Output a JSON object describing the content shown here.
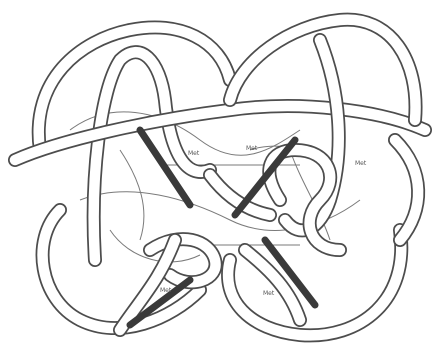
{
  "figure": {
    "background": "#ffffff",
    "line_color": "#4d4d4d",
    "strand_color": "#3a3a3a",
    "labels": [
      "Met",
      "Met",
      "Met",
      "Met",
      "Met"
    ]
  }
}
